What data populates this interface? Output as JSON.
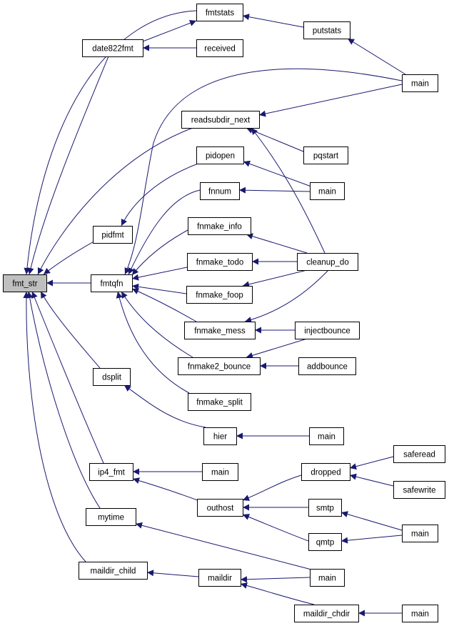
{
  "colors": {
    "edge": "#191970",
    "node_border": "#000000",
    "node_fill": "#ffffff",
    "root_fill": "#bfbfbf"
  },
  "nodes": [
    {
      "id": "fmt_str",
      "label": "fmt_str"
    },
    {
      "id": "fmtstats",
      "label": "fmtstats"
    },
    {
      "id": "date822fmt",
      "label": "date822fmt"
    },
    {
      "id": "putstats",
      "label": "putstats"
    },
    {
      "id": "received",
      "label": "received"
    },
    {
      "id": "main_putstats",
      "label": "main"
    },
    {
      "id": "readsubdir_next",
      "label": "readsubdir_next"
    },
    {
      "id": "pqstart",
      "label": "pqstart"
    },
    {
      "id": "pidopen",
      "label": "pidopen"
    },
    {
      "id": "main_pidopen",
      "label": "main"
    },
    {
      "id": "fnnum",
      "label": "fnnum"
    },
    {
      "id": "pidfmt",
      "label": "pidfmt"
    },
    {
      "id": "fnmake_info",
      "label": "fnmake_info"
    },
    {
      "id": "fmtqfn",
      "label": "fmtqfn"
    },
    {
      "id": "fnmake_todo",
      "label": "fnmake_todo"
    },
    {
      "id": "cleanup_do",
      "label": "cleanup_do"
    },
    {
      "id": "fnmake_foop",
      "label": "fnmake_foop"
    },
    {
      "id": "fnmake_mess",
      "label": "fnmake_mess"
    },
    {
      "id": "injectbounce",
      "label": "injectbounce"
    },
    {
      "id": "fnmake2_bounce",
      "label": "fnmake2_bounce"
    },
    {
      "id": "addbounce",
      "label": "addbounce"
    },
    {
      "id": "dsplit",
      "label": "dsplit"
    },
    {
      "id": "fnmake_split",
      "label": "fnmake_split"
    },
    {
      "id": "hier",
      "label": "hier"
    },
    {
      "id": "main_hier",
      "label": "main"
    },
    {
      "id": "saferead",
      "label": "saferead"
    },
    {
      "id": "dropped",
      "label": "dropped"
    },
    {
      "id": "ip4_fmt",
      "label": "ip4_fmt"
    },
    {
      "id": "main_ip4",
      "label": "main"
    },
    {
      "id": "safewrite",
      "label": "safewrite"
    },
    {
      "id": "outhost",
      "label": "outhost"
    },
    {
      "id": "smtp",
      "label": "smtp"
    },
    {
      "id": "mytime",
      "label": "mytime"
    },
    {
      "id": "main_smtp",
      "label": "main"
    },
    {
      "id": "qmtp",
      "label": "qmtp"
    },
    {
      "id": "maildir_child",
      "label": "maildir_child"
    },
    {
      "id": "maildir",
      "label": "maildir"
    },
    {
      "id": "main_maildir",
      "label": "main"
    },
    {
      "id": "maildir_chdir",
      "label": "maildir_chdir"
    },
    {
      "id": "main_chdir",
      "label": "main"
    }
  ],
  "edges": [
    {
      "from": "fmtstats",
      "to": "fmt_str"
    },
    {
      "from": "date822fmt",
      "to": "fmt_str"
    },
    {
      "from": "readsubdir_next",
      "to": "fmt_str"
    },
    {
      "from": "pidfmt",
      "to": "fmt_str"
    },
    {
      "from": "fmtqfn",
      "to": "fmt_str"
    },
    {
      "from": "dsplit",
      "to": "fmt_str"
    },
    {
      "from": "ip4_fmt",
      "to": "fmt_str"
    },
    {
      "from": "mytime",
      "to": "fmt_str"
    },
    {
      "from": "maildir_child",
      "to": "fmt_str"
    },
    {
      "from": "date822fmt",
      "to": "fmtstats"
    },
    {
      "from": "putstats",
      "to": "fmtstats"
    },
    {
      "from": "received",
      "to": "date822fmt"
    },
    {
      "from": "main_putstats",
      "to": "putstats"
    },
    {
      "from": "main_putstats",
      "to": "readsubdir_next"
    },
    {
      "from": "pqstart",
      "to": "readsubdir_next"
    },
    {
      "from": "cleanup_do",
      "to": "readsubdir_next"
    },
    {
      "from": "pidopen",
      "to": "pidfmt"
    },
    {
      "from": "main_pidopen",
      "to": "pidopen"
    },
    {
      "from": "fnnum",
      "to": "fmtqfn"
    },
    {
      "from": "main_pidopen",
      "to": "fnnum"
    },
    {
      "from": "main_putstats",
      "to": "fmtqfn"
    },
    {
      "from": "fnmake_info",
      "to": "fmtqfn"
    },
    {
      "from": "fnmake_todo",
      "to": "fmtqfn"
    },
    {
      "from": "fnmake_foop",
      "to": "fmtqfn"
    },
    {
      "from": "fnmake_mess",
      "to": "fmtqfn"
    },
    {
      "from": "fnmake2_bounce",
      "to": "fmtqfn"
    },
    {
      "from": "fnmake_split",
      "to": "fmtqfn"
    },
    {
      "from": "cleanup_do",
      "to": "fnmake_info"
    },
    {
      "from": "cleanup_do",
      "to": "fnmake_todo"
    },
    {
      "from": "cleanup_do",
      "to": "fnmake_foop"
    },
    {
      "from": "cleanup_do",
      "to": "fnmake_mess"
    },
    {
      "from": "injectbounce",
      "to": "fnmake_mess"
    },
    {
      "from": "injectbounce",
      "to": "fnmake2_bounce"
    },
    {
      "from": "addbounce",
      "to": "fnmake2_bounce"
    },
    {
      "from": "hier",
      "to": "dsplit"
    },
    {
      "from": "main_hier",
      "to": "hier"
    },
    {
      "from": "main_ip4",
      "to": "ip4_fmt"
    },
    {
      "from": "outhost",
      "to": "ip4_fmt"
    },
    {
      "from": "dropped",
      "to": "outhost"
    },
    {
      "from": "smtp",
      "to": "outhost"
    },
    {
      "from": "qmtp",
      "to": "outhost"
    },
    {
      "from": "saferead",
      "to": "dropped"
    },
    {
      "from": "safewrite",
      "to": "dropped"
    },
    {
      "from": "main_smtp",
      "to": "smtp"
    },
    {
      "from": "main_smtp",
      "to": "qmtp"
    },
    {
      "from": "main_maildir",
      "to": "mytime"
    },
    {
      "from": "maildir",
      "to": "maildir_child"
    },
    {
      "from": "main_maildir",
      "to": "maildir"
    },
    {
      "from": "maildir_chdir",
      "to": "maildir"
    },
    {
      "from": "main_chdir",
      "to": "maildir_chdir"
    }
  ]
}
